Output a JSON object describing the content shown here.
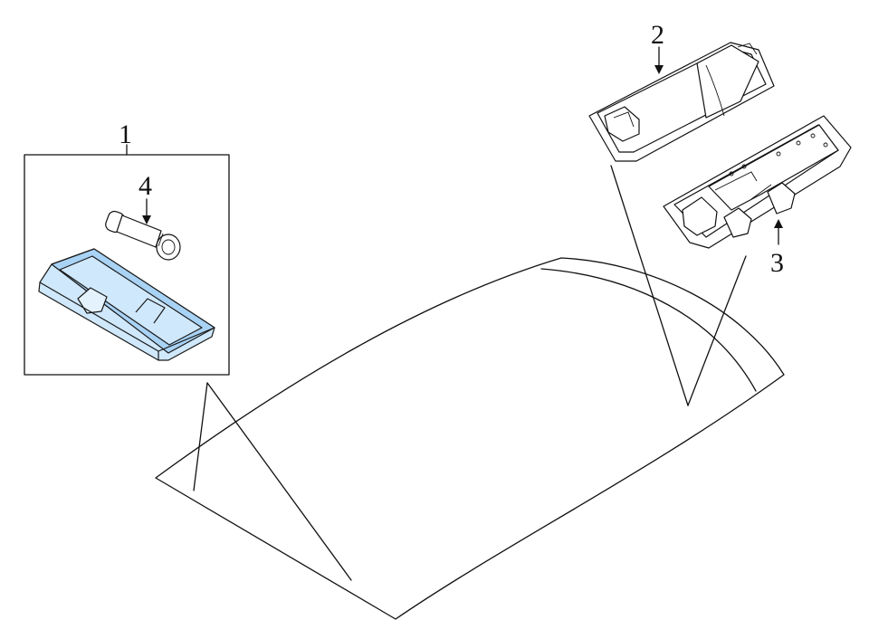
{
  "callouts": {
    "c1": "1",
    "c2": "2",
    "c3": "3",
    "c4": "4"
  },
  "colors": {
    "highlight": "#cfe8fb",
    "highlight_dark": "#a9d3f5",
    "line": "#111111",
    "background": "#ffffff"
  }
}
